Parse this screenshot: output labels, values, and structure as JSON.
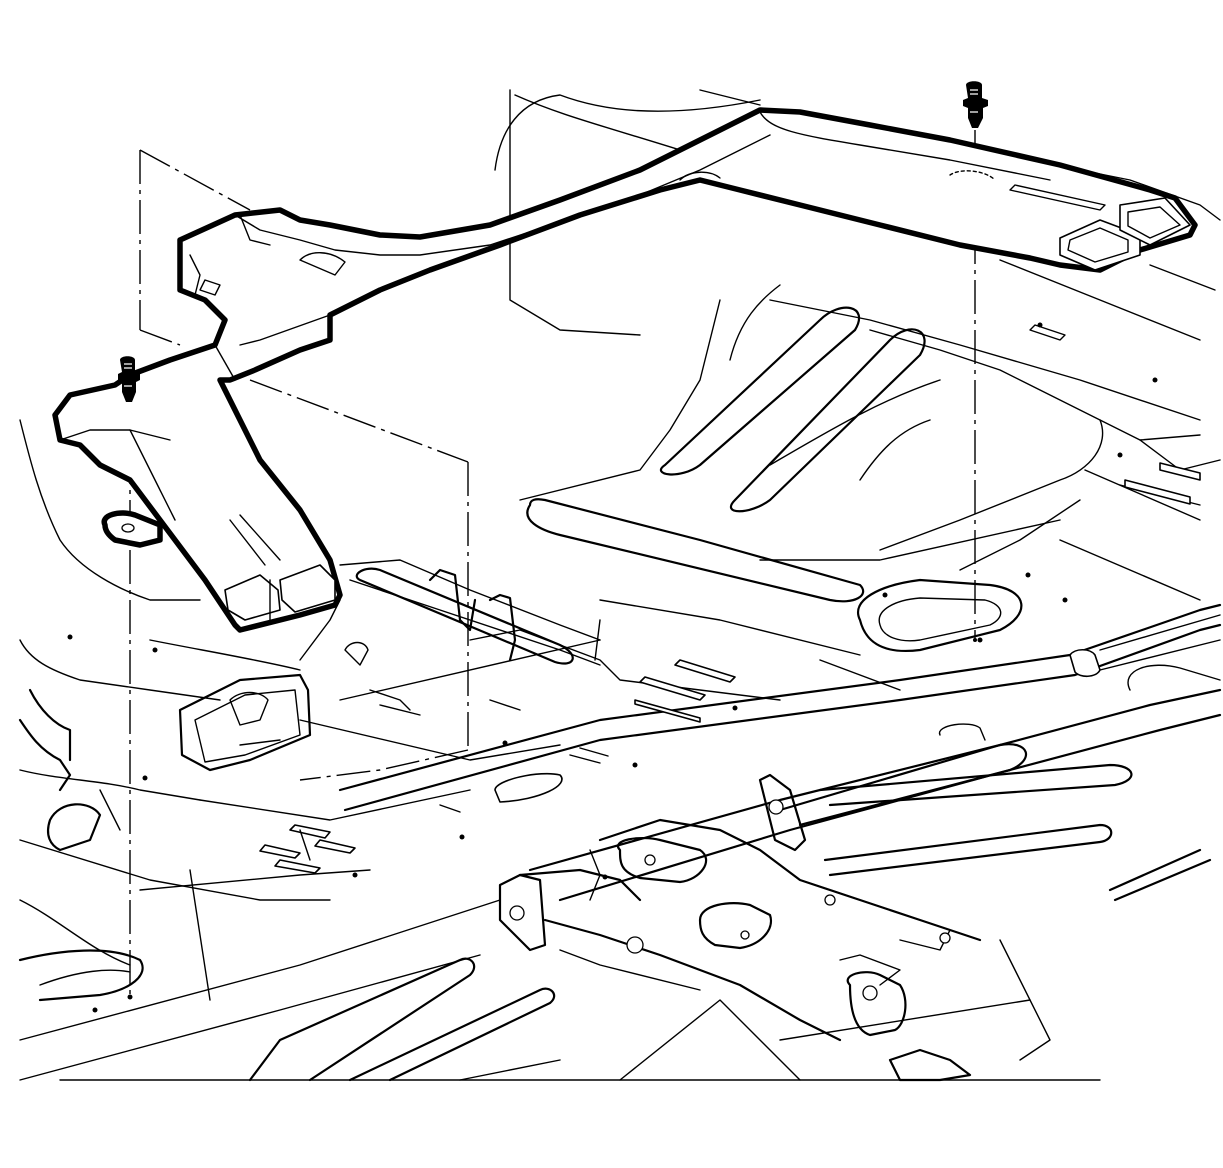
{
  "figure": {
    "description_labels": [],
    "components": {
      "duct": "rear-floor-air-duct",
      "fasteners": [
        "push-pin-retainer",
        "push-pin-retainer"
      ]
    }
  }
}
